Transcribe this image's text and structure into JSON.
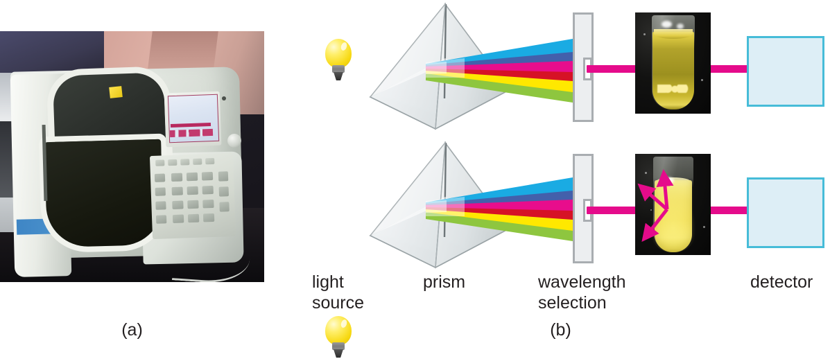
{
  "figure": {
    "panel_a": {
      "caption": "(a)",
      "image_description": "photograph of a benchtop spectrophotometer with open sample lid, display screen and keypad"
    },
    "panel_b": {
      "caption": "(b)",
      "labels": {
        "light_source": "light\nsource",
        "prism": "prism",
        "wavelength_selection": "wavelength\nselection",
        "detector": "detector"
      },
      "rows": [
        {
          "id": "row-top",
          "sample": "clear yellow solution in test tube",
          "beam_passes_through": "full intensity beam reaches detector"
        },
        {
          "id": "row-bottom",
          "sample": "turbid cloudy yellow suspension in test tube",
          "beam_passes_through": "beam is scattered, reduced intensity reaches detector"
        }
      ],
      "spectrum_colors": [
        "#1aabe3",
        "#4360ab",
        "#e80d8c",
        "#d61226",
        "#ffe800",
        "#8ec63f"
      ],
      "beam_color": "#e50b8b",
      "detector_fill": "#ddeef6",
      "detector_border": "#46bcd8",
      "slit_fill": "#eceef0",
      "slit_border": "#a9adb1",
      "bulb_color": "#f7d913"
    }
  }
}
